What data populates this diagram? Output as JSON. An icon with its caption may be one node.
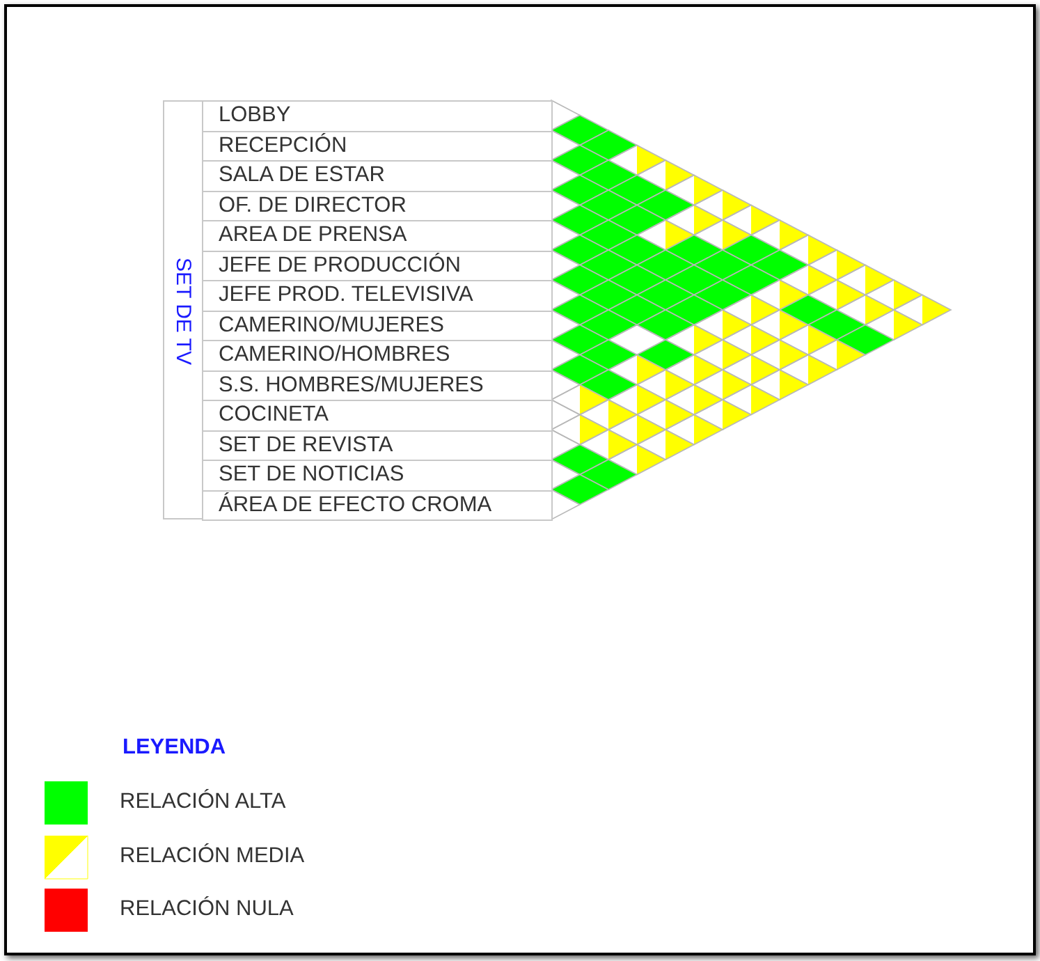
{
  "diagram": {
    "nodes": [
      {
        "text": [
          "SET DE TV"
        ]
      },
      {
        "text": [
          "LOBBY"
        ],
        "in": 0
      },
      {
        "text": [
          "RECEPCIÓN"
        ],
        "in": 0
      },
      {
        "text": [
          "SALA DE ESTAR"
        ],
        "in": 0
      },
      {
        "text": [
          "OF. DE DIRECTOR"
        ],
        "in": 0
      },
      {
        "text": [
          "AREA DE PRENSA"
        ],
        "in": 0
      },
      {
        "text": [
          "JEFE DE PRODUCCIÓN"
        ],
        "in": 0
      },
      {
        "text": [
          "JEFE PROD. TELEVISIVA"
        ],
        "in": 0
      },
      {
        "text": [
          "CAMERINO/MUJERES"
        ],
        "in": 0
      },
      {
        "text": [
          "CAMERINO/HOMBRES"
        ],
        "in": 0
      },
      {
        "text": [
          "S.S. HOMBRES/MUJERES"
        ],
        "in": 0
      },
      {
        "text": [
          "COCINETA"
        ],
        "in": 0
      },
      {
        "text": [
          "SET DE REVISTA"
        ],
        "in": 0
      },
      {
        "text": [
          "SET DE NOTICIAS"
        ],
        "in": 0
      },
      {
        "text": [
          "ÁREA DE EFECTO CROMA"
        ],
        "in": 0
      }
    ],
    "labels": [
      "LEYENDA"
    ],
    "legend": [
      {
        "text": "RELACIÓN ALTA",
        "color": "#00ff00"
      },
      {
        "text": "RELACIÓN MEDIA"
      },
      {
        "text": "RELACIÓN NULA",
        "color": "#ff0000"
      }
    ]
  }
}
